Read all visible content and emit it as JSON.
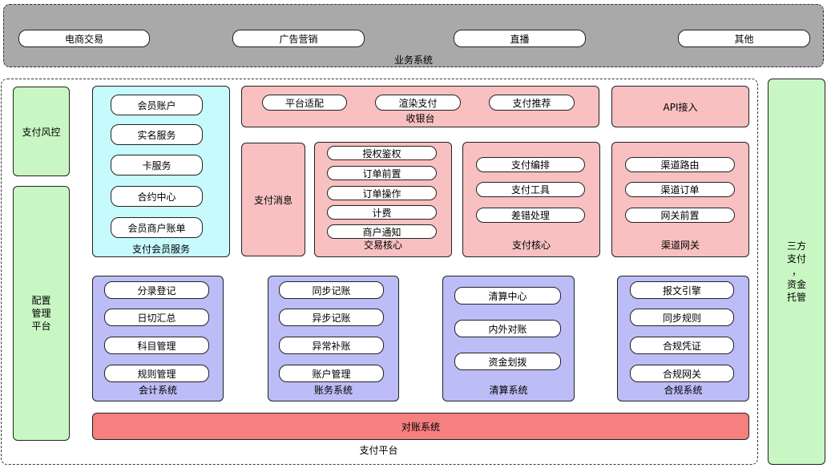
{
  "business": {
    "title": "业务系统",
    "items": [
      "电商交易",
      "广告营销",
      "直播",
      "其他"
    ]
  },
  "platform": {
    "title": "支付平台"
  },
  "left": {
    "risk": "支付风控",
    "config": "配置\n管理\n平台"
  },
  "right": {
    "label": "三方\n支付\n，\n资金\n托管"
  },
  "member": {
    "title": "支付会员服务",
    "items": [
      "会员账户",
      "实名服务",
      "卡服务",
      "合约中心",
      "会员商户账单"
    ]
  },
  "cashier": {
    "title": "收银台",
    "items": [
      "平台适配",
      "渲染支付",
      "支付推荐"
    ]
  },
  "api": {
    "label": "API接入"
  },
  "message": {
    "label": "支付消息"
  },
  "trade": {
    "title": "交易核心",
    "items": [
      "授权鉴权",
      "订单前置",
      "订单操作",
      "计费",
      "商户通知"
    ]
  },
  "paycore": {
    "title": "支付核心",
    "items": [
      "支付编排",
      "支付工具",
      "差错处理"
    ]
  },
  "channel": {
    "title": "渠道网关",
    "items": [
      "渠道路由",
      "渠道订单",
      "网关前置"
    ]
  },
  "accounting": {
    "title": "会计系统",
    "items": [
      "分录登记",
      "日切汇总",
      "科目管理",
      "规则管理"
    ]
  },
  "ledger": {
    "title": "账务系统",
    "items": [
      "同步记账",
      "异步记账",
      "异常补账",
      "账户管理"
    ]
  },
  "clearing": {
    "title": "清算系统",
    "items": [
      "清算中心",
      "内外对账",
      "资金划拨"
    ]
  },
  "compliance": {
    "title": "合规系统",
    "items": [
      "报文引擎",
      "同步规则",
      "合规凭证",
      "合规网关"
    ]
  },
  "reconcile": {
    "label": "对账系统"
  },
  "colors": {
    "business_bg": "#a9a9a9",
    "pink": "#f8c0c0",
    "cyan": "#c6fafc",
    "purple": "#bcbcf6",
    "green": "#c9f7c4",
    "red": "#f67f7f"
  }
}
